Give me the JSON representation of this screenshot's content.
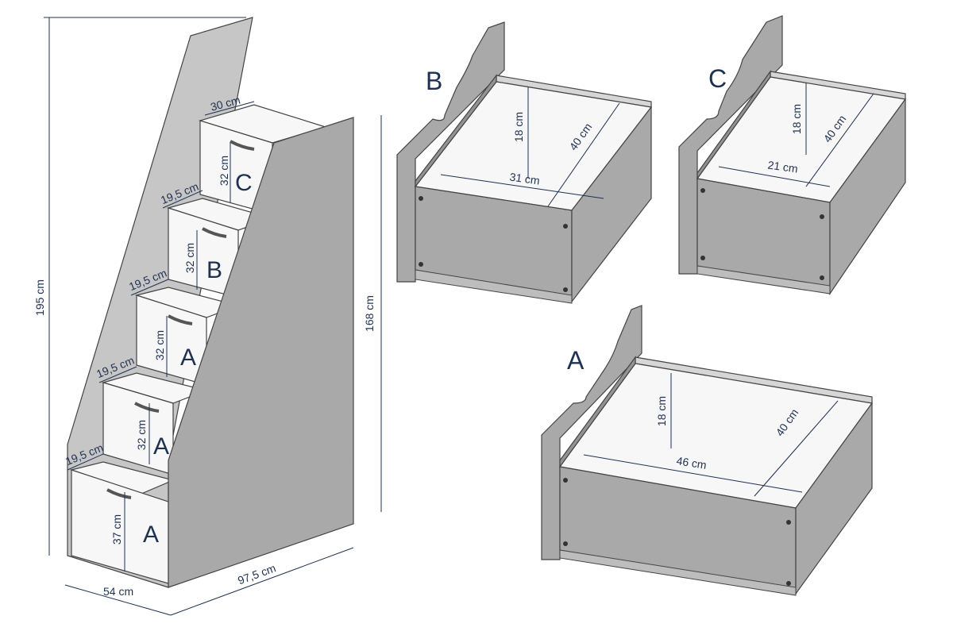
{
  "colors": {
    "dimension": "#1f3150",
    "panel_gray": "#a9a9a9",
    "panel_white": "#f7f7f7"
  },
  "stair_unit": {
    "total_height": "195 cm",
    "side_height": "168 cm",
    "depth": "97,5 cm",
    "width": "54 cm",
    "top_step_depth": "30 cm",
    "step_depth_1": "19,5 cm",
    "step_depth_2": "19,5 cm",
    "step_depth_3": "19,5 cm",
    "step_depth_4": "19,5 cm",
    "drawer_heights": [
      "32 cm",
      "32 cm",
      "32 cm",
      "32 cm",
      "37 cm"
    ],
    "drawer_letters": [
      "C",
      "B",
      "A",
      "A",
      "A"
    ]
  },
  "drawer_b": {
    "letter": "B",
    "height": "18 cm",
    "depth": "40 cm",
    "width": "31 cm"
  },
  "drawer_c": {
    "letter": "C",
    "height": "18 cm",
    "depth": "40 cm",
    "width": "21 cm"
  },
  "drawer_a": {
    "letter": "A",
    "height": "18 cm",
    "depth": "40 cm",
    "width": "46 cm"
  }
}
